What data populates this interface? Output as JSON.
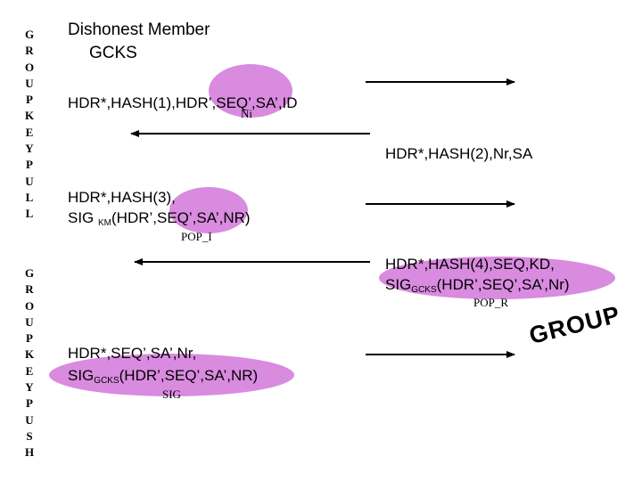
{
  "left_labels": {
    "top": [
      "G",
      "R",
      "O",
      "U",
      "P",
      "K",
      "E",
      "Y",
      "P",
      "U",
      "L",
      "L"
    ],
    "bottom": [
      "G",
      "R",
      "O",
      "U",
      "P",
      "K",
      "E",
      "Y",
      "P",
      "U",
      "S",
      "H"
    ]
  },
  "header": {
    "line1": "Dishonest Member",
    "line2": "GCKS"
  },
  "messages": {
    "m1": "HDR*,HASH(1),HDR’,SEQ’,SA’,ID",
    "m1_sub": "Ni",
    "m2": "HDR*,HASH(2),Nr,SA",
    "m3_line1": "HDR*,HASH(3),",
    "m3_line2_prefix": "SIG ",
    "m3_line2_sub": "KM",
    "m3_line2_rest": "(HDR’,SEQ’,SA’,NR)",
    "m4_line1": "HDR*,HASH(4),SEQ,KD,",
    "m4_line2_prefix": "SIG",
    "m4_line2_sub": "GCKS",
    "m4_line2_rest": "(HDR’,SEQ’,SA’,Nr)",
    "m5_line1": "HDR*,SEQ’,SA’,Nr,",
    "m5_line2_prefix": "SIG",
    "m5_line2_sub": "GCKS",
    "m5_line2_rest": "(HDR’,SEQ’,SA’,NR)"
  },
  "tags": {
    "pop_i": "POP_I",
    "pop_r": "POP_R",
    "sig": "SIG"
  },
  "group_word": "GROUP",
  "colors": {
    "highlight": "#d98be0",
    "ink": "#000000"
  }
}
